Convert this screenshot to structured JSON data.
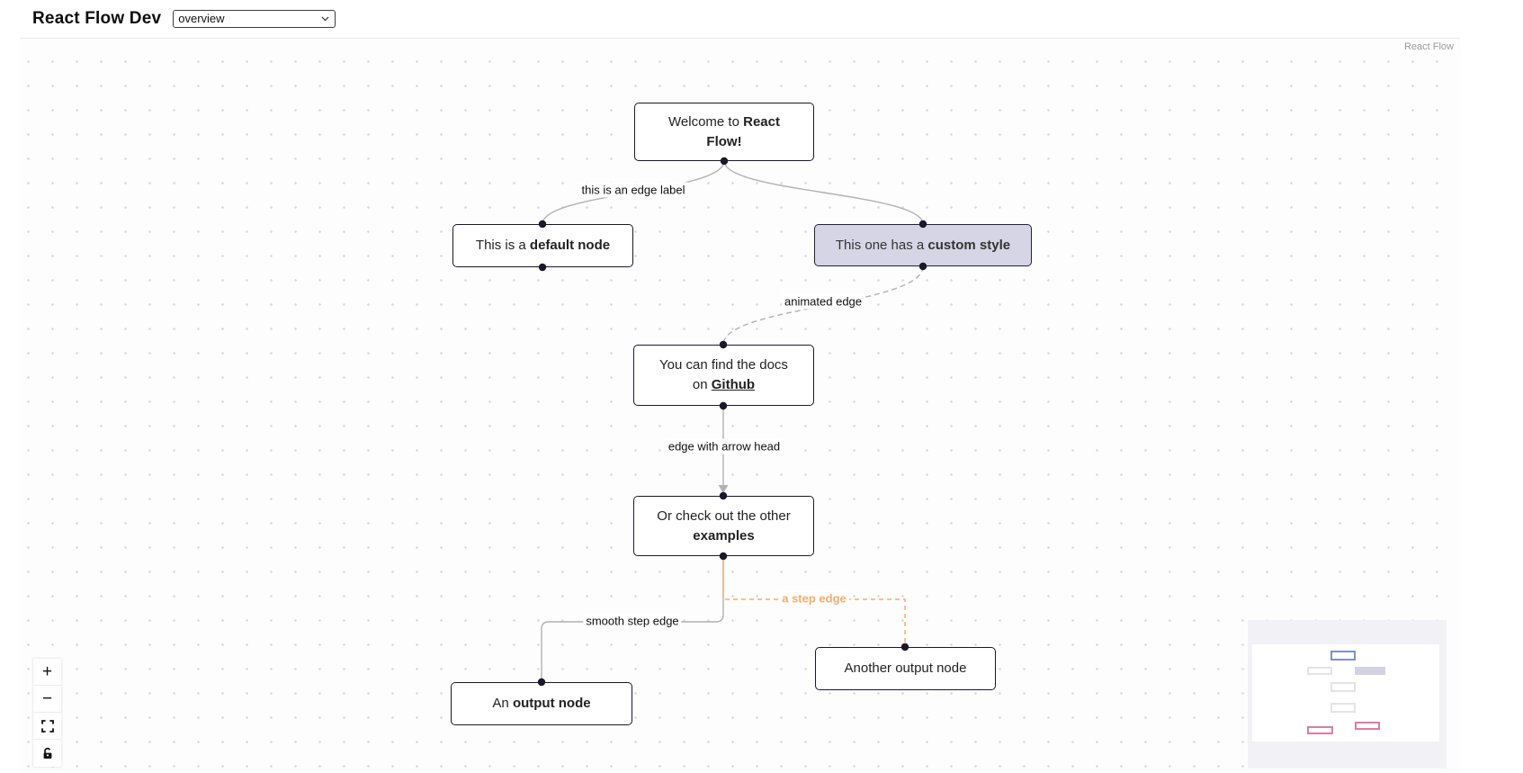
{
  "header": {
    "title": "React Flow Dev",
    "example_select": {
      "value": "overview"
    }
  },
  "attribution": "React Flow",
  "nodes": {
    "welcome": {
      "prefix": "Welcome to ",
      "bold": "React Flow!"
    },
    "default_node": {
      "prefix": "This is a ",
      "bold": "default node"
    },
    "custom": {
      "prefix": "This one has a ",
      "bold": "custom style"
    },
    "docs": {
      "prefix": "You can find the docs on ",
      "bold": "Github"
    },
    "examples": {
      "prefix": "Or check out the other ",
      "bold": "examples"
    },
    "output_a": {
      "prefix": "An ",
      "bold": "output node"
    },
    "output_b": {
      "text": "Another output node"
    }
  },
  "edge_labels": {
    "default_edge": "this is an edge label",
    "animated": "animated edge",
    "arrow": "edge with arrow head",
    "step": "a step edge",
    "smooth_step": "smooth step edge"
  },
  "controls": {
    "zoom_in_glyph": "+",
    "zoom_out_glyph": "−",
    "fit_view_icon": "fit-view-icon",
    "lock_icon": "unlock-icon"
  },
  "colors": {
    "edge": "#b1b1b7",
    "step_edge": "#f6ab6c",
    "node_border": "#1a192b",
    "handle": "#1a192b",
    "custom_node_bg": "#D6D5E6",
    "custom_node_border": "#222138",
    "minimap_bg": "#f2f2f6",
    "minimap_input_stroke": "#7b93c9",
    "minimap_output_stroke": "#dd7ba3",
    "minimap_custom_fill": "#d3d2e3",
    "minimap_default_stroke": "#e4e4e8"
  }
}
